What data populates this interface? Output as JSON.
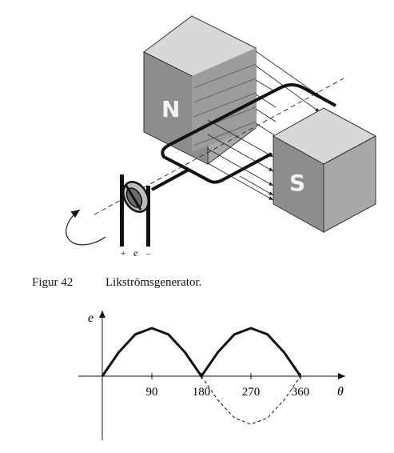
{
  "generator": {
    "north_label": "N",
    "south_label": "S",
    "plus_sign": "+",
    "emf_symbol": "e",
    "minus_sign": "–"
  },
  "caption": {
    "number": "Figur 42",
    "text": "Likströmsgenerator."
  },
  "chart_data": {
    "type": "line",
    "xlabel": "θ",
    "ylabel": "e",
    "x_ticks": [
      "90",
      "180",
      "270",
      "360"
    ],
    "xlim": [
      0,
      360
    ],
    "series": [
      {
        "x": [
          0,
          30,
          60,
          90,
          120,
          150,
          180,
          210,
          240,
          270,
          300,
          330,
          360
        ],
        "y": [
          0,
          0.5,
          0.87,
          1,
          0.87,
          0.5,
          0,
          0.5,
          0.87,
          1,
          0.87,
          0.5,
          0
        ],
        "style": "solid"
      },
      {
        "x": [
          180,
          210,
          240,
          270,
          300,
          330,
          360
        ],
        "y": [
          0,
          -0.5,
          -0.87,
          -1,
          -0.87,
          -0.5,
          0
        ],
        "style": "dashed"
      }
    ]
  }
}
